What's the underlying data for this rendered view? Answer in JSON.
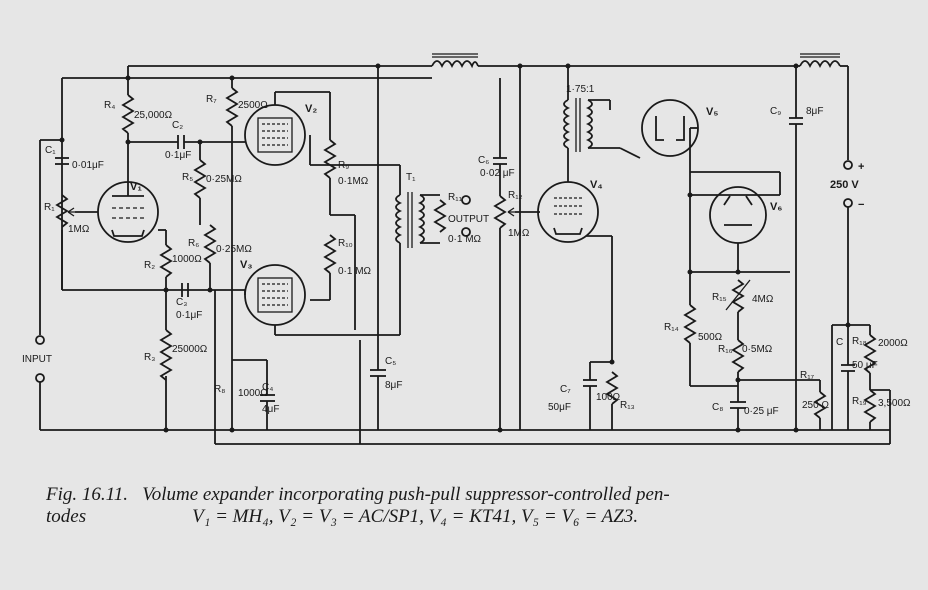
{
  "caption": {
    "fig_num": "Fig. 16.11.",
    "line1": "Volume expander incorporating push-pull suppressor-controlled pen-",
    "line2_left": "todes",
    "line2_right": "V₁ = MH₄, V₂ = V₃ = AC/SP1, V₄ = KT41, V₅ = V₆ = AZ3."
  },
  "labels": {
    "v1": "V₁",
    "v2": "V₂",
    "v3": "V₃",
    "v4": "V₄",
    "v5": "V₅",
    "v6": "V₆",
    "c1": "C₁",
    "c1_val": "0·01μF",
    "c2": "C₂",
    "c2_val": "0·1μF",
    "c3": "C₃",
    "c3_val": "0·1μF",
    "c4": "C₄",
    "c4_val": "4μF",
    "c5": "C₅",
    "c5_val": "8μF",
    "c6": "C₆",
    "c6_val": "0·02 μF",
    "c7": "C₇",
    "c7_val": "50μF",
    "c8": "C₈",
    "c8_val": "0·25 μF",
    "c9": "C₉",
    "c9_val": "8μF",
    "r1": "R₁",
    "r1_val": "1MΩ",
    "r2": "R₂",
    "r2_val": "1000Ω",
    "r3": "R₃",
    "r3_val": "25000Ω",
    "r4": "R₄",
    "r4_val": "25,000Ω",
    "r5": "R₅",
    "r5_val": "0·25MΩ",
    "r6": "R₆",
    "r6_val": "0·25MΩ",
    "r7": "R₇",
    "r7_val": "2500Ω",
    "r8": "R₈",
    "r8_val": "1000Ω",
    "r9": "R₉",
    "r9_val": "0·1MΩ",
    "r10": "R₁₀",
    "r10_val": "0·1 MΩ",
    "r11": "R₁₁",
    "r11_output": "OUTPUT",
    "r11_val": "0·1 MΩ",
    "r12": "R₁₂",
    "r12_val": "1MΩ",
    "r13": "R₁₃",
    "r13_val": "100Ω",
    "r14": "R₁₄",
    "r14_val": "500Ω",
    "r15": "R₁₅",
    "r15_val": "4MΩ",
    "r16": "R₁₆",
    "r16_val": "0·5MΩ",
    "r17": "R₁₇",
    "r17_val": "250 Ω",
    "r18": "R₁₈",
    "r18_val": "2000Ω",
    "r19": "R₁₉",
    "r19_val": "3,500Ω",
    "t1": "T₁",
    "ratio": "1·75:1",
    "input": "INPUT",
    "supply": "250 V",
    "plus": "+",
    "minus": "−",
    "c_small": "C",
    "c_small_val": "50 μF"
  }
}
